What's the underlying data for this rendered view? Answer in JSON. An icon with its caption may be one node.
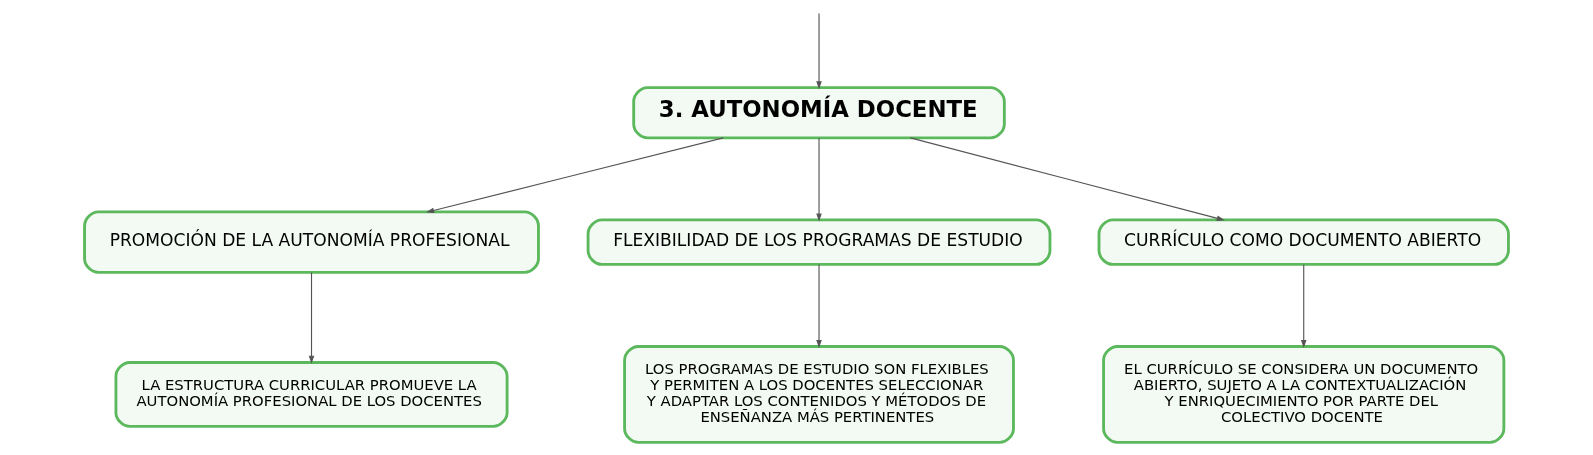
{
  "diagram": {
    "nodes": [
      {
        "text": [
          "3. AUTONOMÍA DOCENTE"
        ]
      },
      {
        "text": [
          "PROMOCIÓN DE LA AUTONOMÍA PROFESIONAL"
        ]
      },
      {
        "text": [
          "FLEXIBILIDAD DE LOS PROGRAMAS DE ESTUDIO"
        ]
      },
      {
        "text": [
          "CURRÍCULO COMO DOCUMENTO ABIERTO"
        ]
      },
      {
        "text": [
          "LA ESTRUCTURA CURRICULAR PROMUEVE LA AUTONOMÍA PROFESIONAL DE LOS DOCENTES"
        ]
      },
      {
        "text": [
          "LOS PROGRAMAS DE ESTUDIO SON FLEXIBLES Y PERMITEN A LOS DOCENTES SELECCIONAR Y ADAPTAR LOS CONTENIDOS Y MÉTODOS DE ENSEÑANZA MÁS PERTINENTES"
        ]
      },
      {
        "text": [
          "EL CURRÍCULO SE CONSIDERA UN DOCUMENTO ABIERTO, SUJETO A LA CONTEXTUALIZACIÓN Y ENRIQUECIMIENTO POR PARTE DEL COLECTIVO DOCENTE"
        ]
      }
    ],
    "edges": [
      {
        "from": null,
        "to": 0,
        "arrow": "to"
      },
      {
        "from": 0,
        "to": 1,
        "arrow": "to"
      },
      {
        "from": 0,
        "to": 2,
        "arrow": "to"
      },
      {
        "from": 0,
        "to": 3,
        "arrow": "to"
      },
      {
        "from": 1,
        "to": 4,
        "arrow": "to"
      },
      {
        "from": 2,
        "to": 5,
        "arrow": "to"
      },
      {
        "from": 3,
        "to": 6,
        "arrow": "to"
      }
    ]
  }
}
